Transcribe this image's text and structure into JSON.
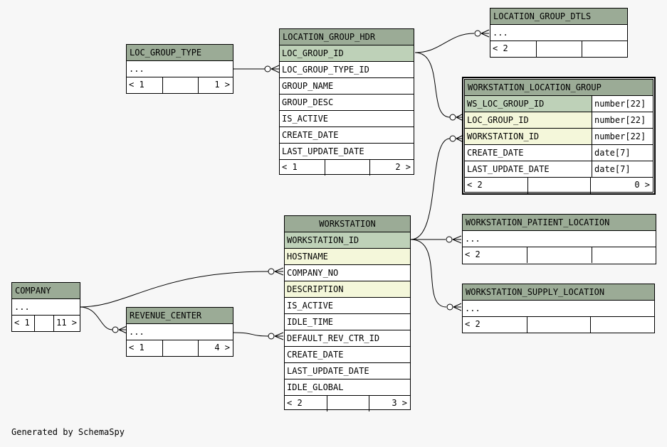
{
  "footer_text": "Generated by SchemaSpy",
  "tables": {
    "loc_group_type": {
      "name": "LOC_GROUP_TYPE",
      "cols": [
        "..."
      ],
      "parents": "< 1",
      "children": "1 >"
    },
    "location_group_hdr": {
      "name": "LOCATION_GROUP_HDR",
      "cols": [
        "LOC_GROUP_ID",
        "LOC_GROUP_TYPE_ID",
        "GROUP_NAME",
        "GROUP_DESC",
        "IS_ACTIVE",
        "CREATE_DATE",
        "LAST_UPDATE_DATE"
      ],
      "parents": "< 1",
      "children": "2 >"
    },
    "location_group_dtls": {
      "name": "LOCATION_GROUP_DTLS",
      "cols": [
        "..."
      ],
      "parents": "< 2",
      "children": ""
    },
    "workstation_location_group": {
      "name": "WORKSTATION_LOCATION_GROUP",
      "cols": [
        {
          "name": "WS_LOC_GROUP_ID",
          "type": "number[22]"
        },
        {
          "name": "LOC_GROUP_ID",
          "type": "number[22]"
        },
        {
          "name": "WORKSTATION_ID",
          "type": "number[22]"
        },
        {
          "name": "CREATE_DATE",
          "type": "date[7]"
        },
        {
          "name": "LAST_UPDATE_DATE",
          "type": "date[7]"
        }
      ],
      "parents": "< 2",
      "children": "0 >"
    },
    "workstation": {
      "name": "WORKSTATION",
      "cols": [
        "WORKSTATION_ID",
        "HOSTNAME",
        "COMPANY_NO",
        "DESCRIPTION",
        "IS_ACTIVE",
        "IDLE_TIME",
        "DEFAULT_REV_CTR_ID",
        "CREATE_DATE",
        "LAST_UPDATE_DATE",
        "IDLE_GLOBAL"
      ],
      "parents": "< 2",
      "children": "3 >"
    },
    "workstation_patient_location": {
      "name": "WORKSTATION_PATIENT_LOCATION",
      "cols": [
        "..."
      ],
      "parents": "< 2",
      "children": ""
    },
    "workstation_supply_location": {
      "name": "WORKSTATION_SUPPLY_LOCATION",
      "cols": [
        "..."
      ],
      "parents": "< 2",
      "children": ""
    },
    "company": {
      "name": "COMPANY",
      "cols": [
        "..."
      ],
      "parents": "< 1",
      "children": "11 >"
    },
    "revenue_center": {
      "name": "REVENUE_CENTER",
      "cols": [
        "..."
      ],
      "parents": "< 1",
      "children": "4 >"
    }
  }
}
